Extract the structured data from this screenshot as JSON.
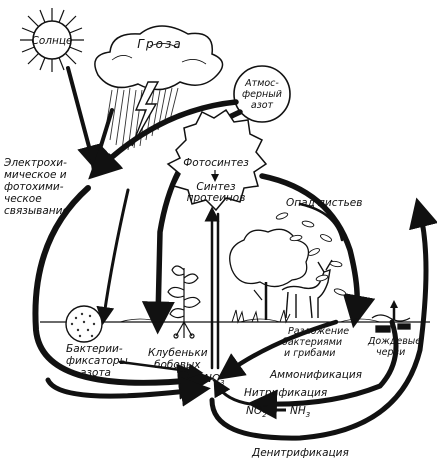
{
  "labels": {
    "sun": "Солнце",
    "storm": "Гроза",
    "atm_n_line1": "Атмос-",
    "atm_n_line2": "ферный",
    "atm_n_line3": "азот",
    "electro_line1": "Электрохи-",
    "electro_line2": "мическое и",
    "electro_line3": "фотохими-",
    "electro_line4": "ческое",
    "electro_line5": "связывание",
    "photosynthesis": "Фотосинтез",
    "protein_line1": "Синтез",
    "protein_line2": "протеинов",
    "leaf_fall": "Опад листьев",
    "fixers_line1": "Бактерии-",
    "fixers_line2": "фиксаторы",
    "fixers_line3": "азота",
    "nodules_line1": "Клубеньки",
    "nodules_line2": "бобовых",
    "nitrate_base": "NO",
    "nitrate_sub": "3",
    "nitrate_sup": "−",
    "decomp_line1": "Разложение",
    "decomp_line2": "бактериями",
    "decomp_line3": "и грибами",
    "worms_line1": "Дождевые",
    "worms_line2": "черви",
    "ammonification": "Аммонификация",
    "nitrification": "Нитрификация",
    "nitrite_base": "NO",
    "nitrite_sub": "2",
    "nitrite_sup": "−",
    "ammonia_base": "NH",
    "ammonia_sub": "3",
    "denitrification": "Денитрификация"
  },
  "colors": {
    "ink": "#111111",
    "paper": "#ffffff",
    "shade": "#555555"
  },
  "icons": {
    "sun": "sun-icon",
    "cloud": "storm-cloud-icon",
    "lightning": "lightning-icon",
    "tree": "tree-icon",
    "deer": "deer-icon",
    "legume": "legume-plant-icon",
    "worm": "earthworm-icon"
  }
}
